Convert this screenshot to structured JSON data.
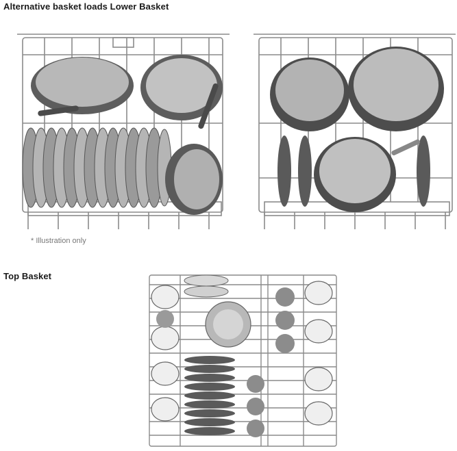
{
  "headings": {
    "lower": "Alternative basket loads Lower Basket",
    "top": "Top Basket"
  },
  "note": "* Illustration only",
  "colors": {
    "pan": "#6f6f6f",
    "pan_dark": "#3e3e3e",
    "pan_light": "#bdbdbd",
    "rack": "#8a8a8a",
    "plate": "#9a9a9a",
    "plate_light": "#d2d2d2",
    "cup": "#efefef",
    "glass": "#8c8c8c"
  },
  "illustrations": [
    {
      "name": "lower-basket-load-1",
      "contents": [
        "frying-pan",
        "frying-pan",
        "saucepan",
        "plates"
      ]
    },
    {
      "name": "lower-basket-load-2",
      "contents": [
        "casserole-pot",
        "casserole-pot",
        "saucepan",
        "lids"
      ]
    },
    {
      "name": "top-basket-load",
      "contents": [
        "cups",
        "bowls",
        "glasses",
        "saucers"
      ]
    }
  ]
}
